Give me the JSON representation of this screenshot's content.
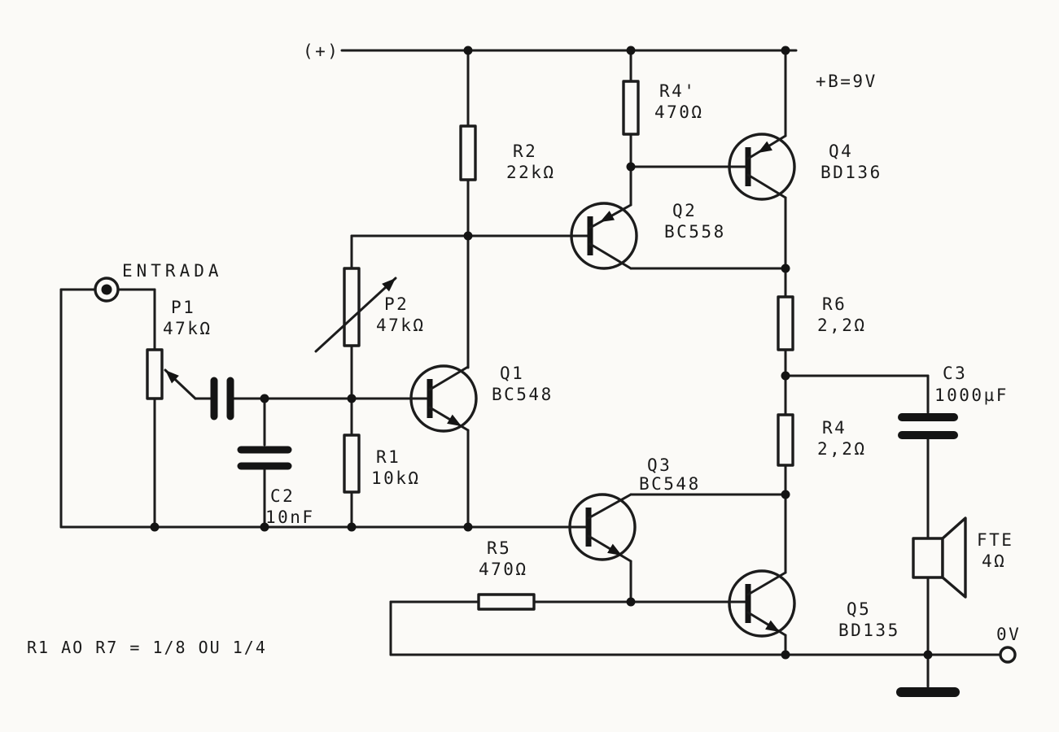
{
  "labels": {
    "input": "ENTRADA",
    "positive_rail": "(+)",
    "supply": "+B=9V",
    "zero_volts": "0V",
    "note": "R1 AO R7 = 1/8 OU 1/4"
  },
  "colors": {
    "ink": "#1c1c1c",
    "paper": "#fbfaf7"
  },
  "components": {
    "p1": {
      "ref": "P1",
      "value": "47kΩ"
    },
    "p2": {
      "ref": "P2",
      "value": "47kΩ"
    },
    "r1": {
      "ref": "R1",
      "value": "10kΩ"
    },
    "r2": {
      "ref": "R2",
      "value": "22kΩ"
    },
    "r4_prime": {
      "ref": "R4'",
      "value": "470Ω"
    },
    "r4": {
      "ref": "R4",
      "value": "2,2Ω"
    },
    "r5": {
      "ref": "R5",
      "value": "470Ω"
    },
    "r6": {
      "ref": "R6",
      "value": "2,2Ω"
    },
    "c2": {
      "ref": "C2",
      "value": "10nF"
    },
    "c3": {
      "ref": "C3",
      "value": "1000µF"
    },
    "q1": {
      "ref": "Q1",
      "value": "BC548"
    },
    "q2": {
      "ref": "Q2",
      "value": "BC558"
    },
    "q3": {
      "ref": "Q3",
      "value": "BC548"
    },
    "q4": {
      "ref": "Q4",
      "value": "BD136"
    },
    "q5": {
      "ref": "Q5",
      "value": "BD135"
    },
    "speaker": {
      "ref": "FTE",
      "value": "4Ω"
    }
  }
}
